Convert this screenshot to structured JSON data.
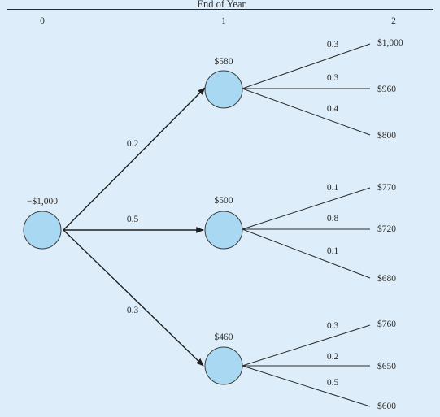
{
  "header": {
    "title": "End of Year",
    "periods": [
      "0",
      "1",
      "2"
    ]
  },
  "root": {
    "value": "−$1,000"
  },
  "branches": [
    {
      "probability": "0.2",
      "node_value": "$580",
      "outcomes": [
        {
          "probability": "0.3",
          "value": "$1,000"
        },
        {
          "probability": "0.3",
          "value": "$960"
        },
        {
          "probability": "0.4",
          "value": "$800"
        }
      ]
    },
    {
      "probability": "0.5",
      "node_value": "$500",
      "outcomes": [
        {
          "probability": "0.1",
          "value": "$770"
        },
        {
          "probability": "0.8",
          "value": "$720"
        },
        {
          "probability": "0.1",
          "value": "$680"
        }
      ]
    },
    {
      "probability": "0.3",
      "node_value": "$460",
      "outcomes": [
        {
          "probability": "0.3",
          "value": "$760"
        },
        {
          "probability": "0.2",
          "value": "$650"
        },
        {
          "probability": "0.5",
          "value": "$600"
        }
      ]
    }
  ]
}
